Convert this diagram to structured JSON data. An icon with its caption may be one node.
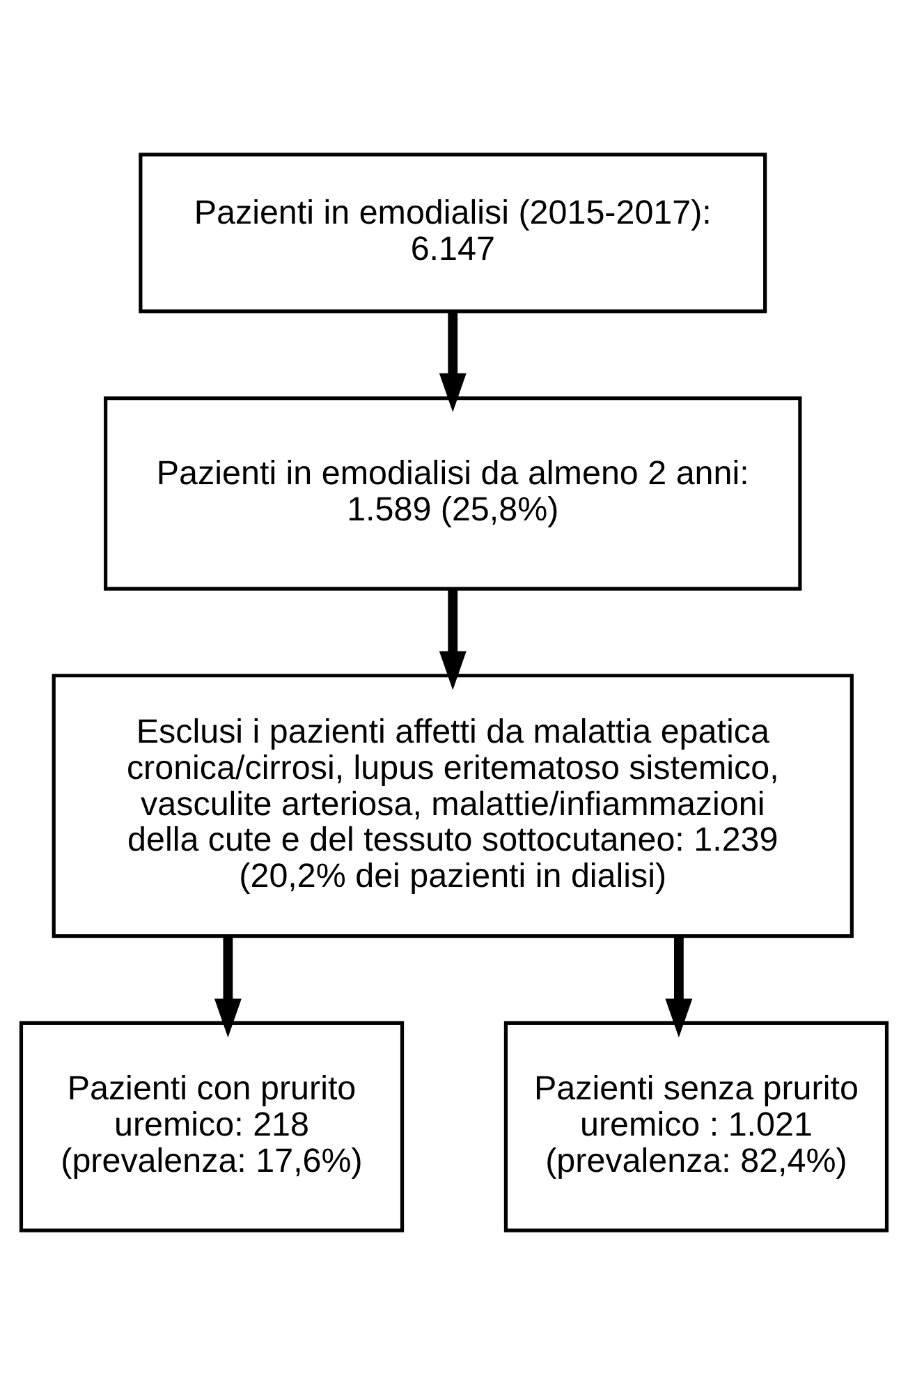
{
  "diagram": {
    "nodes": [
      {
        "text": [
          "Pazienti in emodialisi (2015-2017): 6.147"
        ]
      },
      {
        "text": [
          "Pazienti in emodialisi da almeno 2 anni: 1.589 (25,8%)"
        ]
      },
      {
        "text": [
          "Esclusi i pazienti affetti da malattia epatica cronica/cirrosi, lupus eritematoso sistemico, vasculite arteriosa, malattie/infiammazioni della cute e del tessuto sottocutaneo: 1.239 (20,2% dei pazienti in dialisi)"
        ]
      },
      {
        "text": [
          "Pazienti con prurito uremico: 218 (prevalenza: 17,6%)"
        ]
      },
      {
        "text": [
          "Pazienti senza prurito uremico : 1.021 (prevalenza: 82,4%)"
        ]
      }
    ],
    "edges": [
      {
        "from": 0,
        "to": 1,
        "arrow": "to"
      },
      {
        "from": 1,
        "to": 2,
        "arrow": "to"
      },
      {
        "from": 2,
        "to": 3,
        "arrow": "to"
      },
      {
        "from": 2,
        "to": 4,
        "arrow": "to"
      }
    ]
  }
}
